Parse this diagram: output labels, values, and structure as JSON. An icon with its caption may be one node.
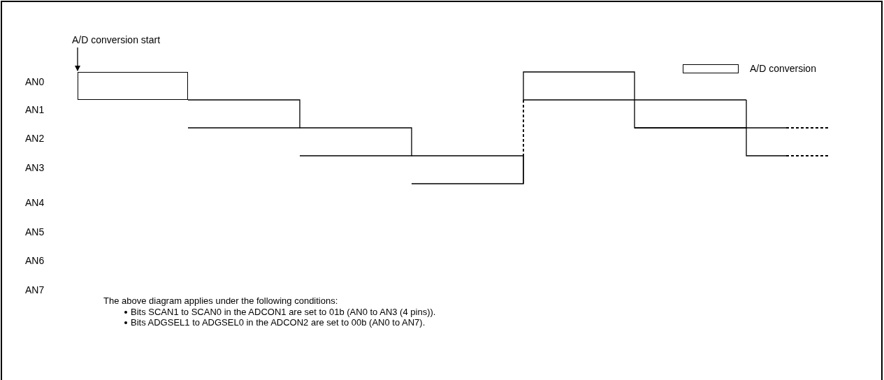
{
  "diagram": {
    "nodes": [
      {
        "text": [
          "A/D conversion start"
        ]
      },
      {
        "text": [],
        "shape": "box"
      }
    ],
    "edges": [
      {
        "from": 0,
        "to": 1,
        "arrow": "to"
      }
    ],
    "labels": [
      "AN0",
      "AN1",
      "AN2",
      "AN3",
      "AN4",
      "AN5",
      "AN6",
      "AN7",
      "The above diagram applies under the following conditions:",
      "Bits SCAN1 to SCAN0 in the ADCON1 are set to 01b (AN0 to AN3 (4 pins)).",
      "Bits ADGSEL1 to ADGSEL0 in the ADCON2 are set to 00b (AN0 to AN7)."
    ],
    "legend": [
      {
        "text": "A/D conversion"
      }
    ]
  }
}
